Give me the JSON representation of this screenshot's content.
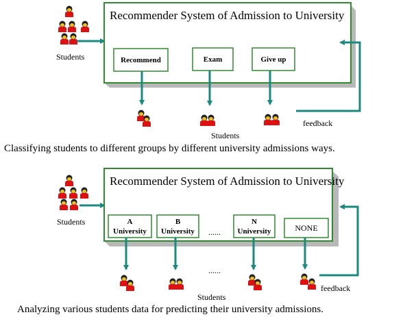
{
  "diagram1": {
    "system_title": "Recommender System of Admission to University",
    "input_label": "Students",
    "buttons": [
      "Recommend",
      "Exam",
      "Give up"
    ],
    "output_label": "Students",
    "feedback_label": "feedback",
    "caption": "Classifying students to different groups by different university admissions ways."
  },
  "diagram2": {
    "system_title": "Recommender System of Admission to University",
    "input_label": "Students",
    "buttons": [
      {
        "line1": "A",
        "line2": "University"
      },
      {
        "line1": "B",
        "line2": "University"
      },
      {
        "line1": "N",
        "line2": "University"
      },
      {
        "line1": "NONE",
        "line2": ""
      }
    ],
    "ellipsis": "......",
    "output_label": "Students",
    "feedback_label": "feedback",
    "caption": "Analyzing various students data for predicting their university admissions."
  },
  "colors": {
    "box_border": "#2e8b2e",
    "box_shadow": "#b8b8b8",
    "arrow": "#1a8a80",
    "person_body": "#dd1111",
    "person_head": "#222222",
    "face": "#f0c020"
  },
  "icons": [
    "students-group-icon",
    "student-icon"
  ]
}
